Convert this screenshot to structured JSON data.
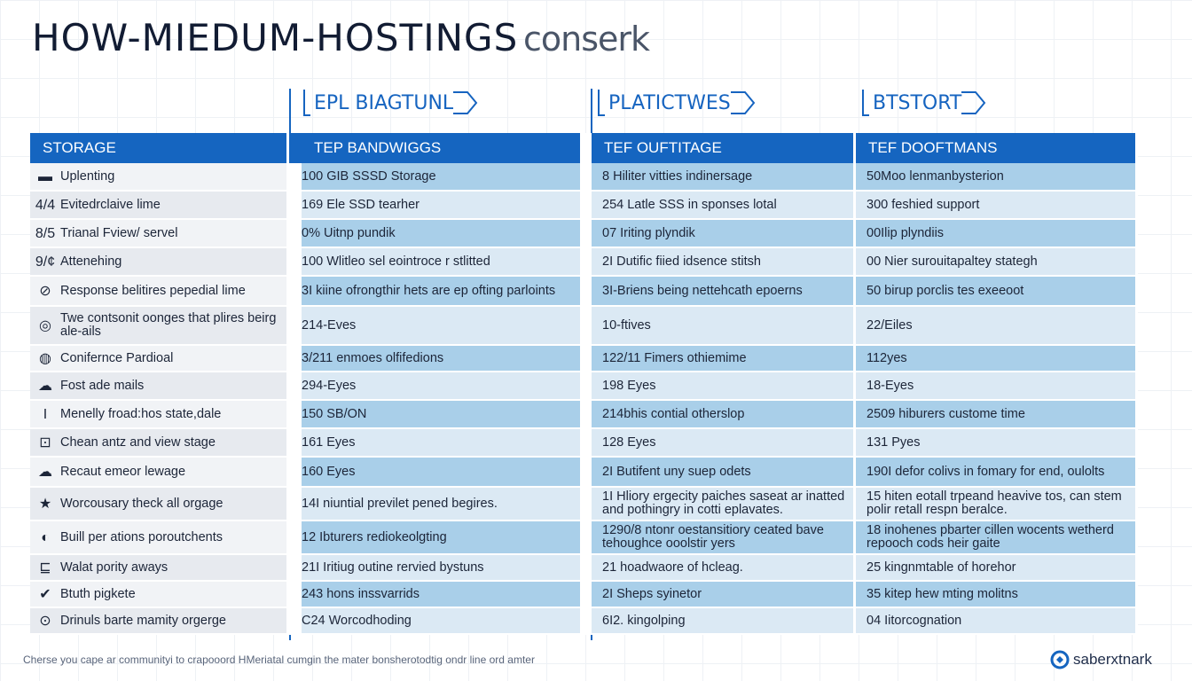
{
  "title": "HOW-MIEDUM-HOSTINGS",
  "brand": "conserk",
  "plans": [
    "EPL BIAGTUNL",
    "PLATICTWES",
    "BTSTORT"
  ],
  "headers": [
    "STORAGE",
    "TEP BANDWIGGS",
    "TEF OUFTITAGE",
    "TEF DOOFTMANS"
  ],
  "rows": [
    {
      "icon": "▬",
      "icon_name": "storage-icon",
      "label": "Uplenting",
      "c1": "100 GIB SSSD Storage",
      "c2": "8 Hiliter vitties indinersage",
      "c3": "50Moo lenmanbysterion"
    },
    {
      "icon": "4/4",
      "icon_name": "ratio-icon",
      "label": "Evitedrclaive lime",
      "c1": "169 Ele SSD tearher",
      "c2": "254 Latle SSS in sponses lotal",
      "c3": "300 feshied support"
    },
    {
      "icon": "8/5",
      "icon_name": "ratio-icon",
      "label": "Trianal Fview/ servel",
      "c1": "0% Uitnp pundik",
      "c2": "07 Iriting plyndik",
      "c3": "00Ilip plyndiis"
    },
    {
      "icon": "9/¢",
      "icon_name": "ratio-icon",
      "label": "Attenehing",
      "c1": "100 Wlitleo sel eointroce r stlitted",
      "c2": "2I Dutific fiied idsence stitsh",
      "c3": "00 Nier surouitapaltey stategh"
    },
    {
      "icon": "⊘",
      "icon_name": "no-icon",
      "label": "Response belitires pepedial lime",
      "c1": "3I kiine ofrongthir hets are ep ofting parloints",
      "c2": "3I-Briens being nettehcath epoerns",
      "c3": "50 birup porclis tes exeeoot"
    },
    {
      "icon": "◎",
      "icon_name": "target-icon",
      "label": "Twe contsonit oonges that plires beirg ale-ails",
      "c1": "214-Eves",
      "c2": "10-ftives",
      "c3": "22/Eiles"
    },
    {
      "icon": "◍",
      "icon_name": "globe-icon",
      "label": "Conifernce Pardioal",
      "c1": "3/211 enmoes olfifedions",
      "c2": "122/11 Fimers othiemime",
      "c3": "112yes"
    },
    {
      "icon": "☁",
      "icon_name": "cloud-icon",
      "label": "Fost ade mails",
      "c1": "294-Eyes",
      "c2": "198 Eyes",
      "c3": "18-Eyes"
    },
    {
      "icon": "I",
      "icon_name": "server-icon",
      "label": "Menelly froad:hos state,dale",
      "c1": "150 SB/ON",
      "c2": "214bhis contial otherslop",
      "c3": "2509 hiburers custome time"
    },
    {
      "icon": "⊡",
      "icon_name": "document-icon",
      "label": "Chean antz and view stage",
      "c1": "161 Eyes",
      "c2": "128 Eyes",
      "c3": "131 Pyes"
    },
    {
      "icon": "☁",
      "icon_name": "cloud-icon",
      "label": "Recaut emeor lewage",
      "c1": "160 Eyes",
      "c2": "2I Butifent uny suep odets",
      "c3": "190I defor colivs in fomary for end, oulolts"
    },
    {
      "icon": "★",
      "icon_name": "star-icon",
      "label": "Worcousary theck all orgage",
      "c1": "14I niuntial previlet pened begires.",
      "c2": "1I Hliory ergecity paiches saseat ar inatted and pothingry in cotti eplavates.",
      "c3": "15 hiten eotall trpeand heavive tos, can stem polir retall respn beralce."
    },
    {
      "icon": "◐",
      "icon_name": "chart-icon",
      "label": "Buill per ations poroutchents",
      "c1": "12 Ibturers rediokeolgting",
      "c2": "1290/8 ntonr oestansitiory ceated bave tehoughce ooolstir yers",
      "c3": "18 inohenes pbarter cillen wocents wetherd repooch cods heir gaite"
    },
    {
      "icon": "⊑",
      "icon_name": "key-icon",
      "label": "Walat pority aways",
      "c1": "21I Iritiug outine rervied bystuns",
      "c2": "21 hoadwaore of hcleag.",
      "c3": "25 kingnmtable of horehor"
    },
    {
      "icon": "✔",
      "icon_name": "check-icon",
      "label": "Btuth pigkete",
      "c1": "243 hons inssvarrids",
      "c2": "2I Sheps syinetor",
      "c3": "35 kitep hew mting molitns"
    },
    {
      "icon": "⊙",
      "icon_name": "radio-icon",
      "label": "Drinuls barte mamity orgerge",
      "c1": "C24 Worcodhoding",
      "c2": "6I2. kingolping",
      "c3": "04 Iitorcognation"
    }
  ],
  "footer": "Cherse you cape ar communityi to crapooord HMeriatal cumgin the mater bonsherotodtig ondr line ord amter",
  "logo": "saberxtnark"
}
